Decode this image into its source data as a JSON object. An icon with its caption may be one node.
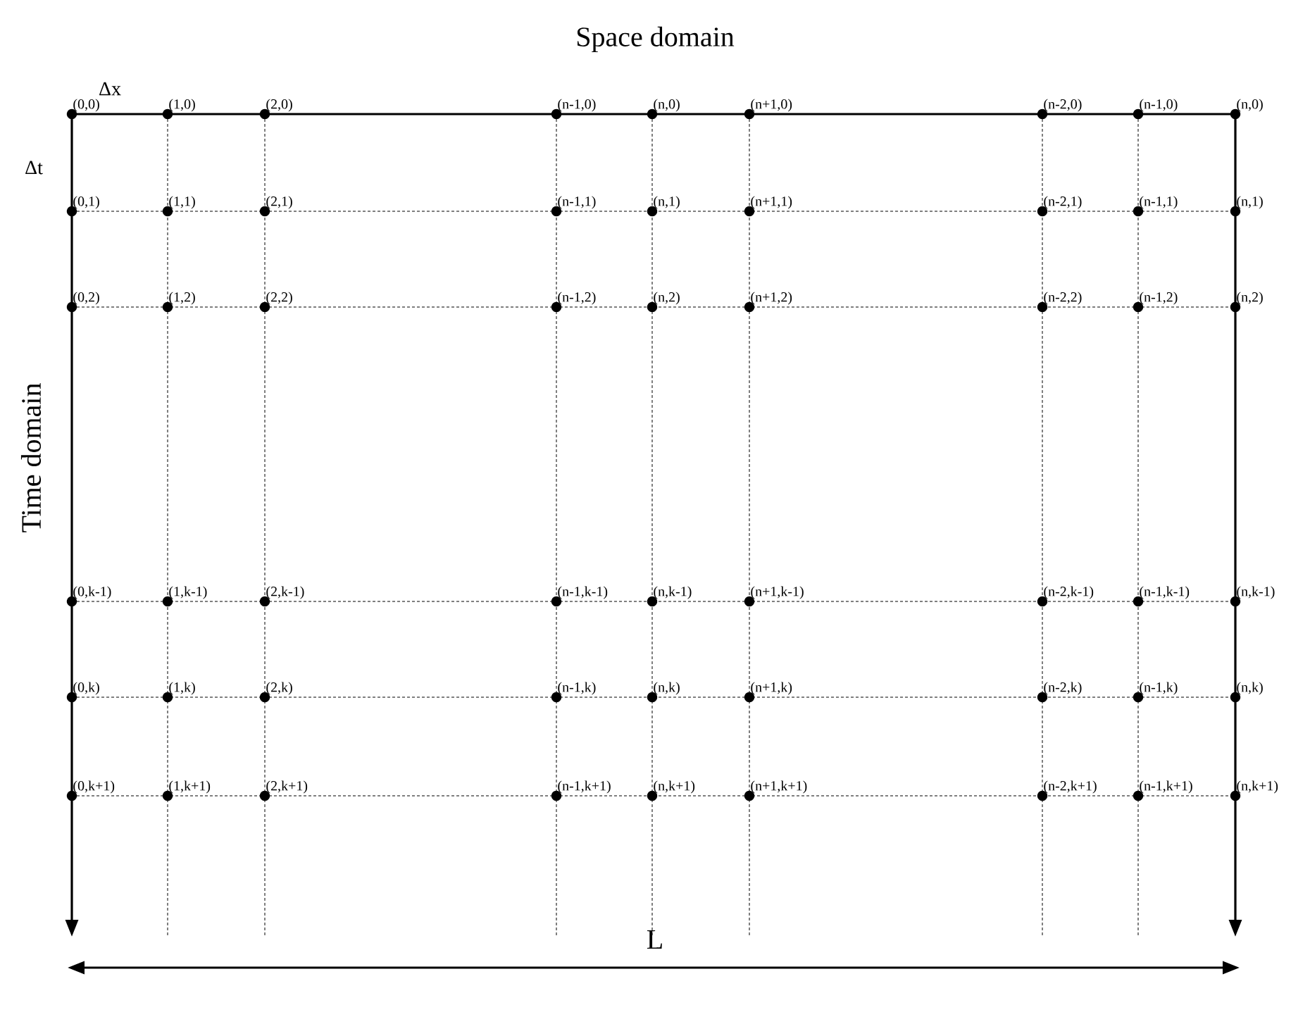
{
  "diagram": {
    "labels": [
      "Space domain",
      "Δx",
      "Δt",
      "Time domain",
      "(0,0)",
      "(1,0)",
      "(2,0)",
      "(n-1,0)",
      "(n,0)",
      "(n+1,0)",
      "(n-2,0)",
      "(n-1,0)",
      "(n,0)",
      "(0,1)",
      "(1,1)",
      "(2,1)",
      "(n-1,1)",
      "(n,1)",
      "(n+1,1)",
      "(n-2,1)",
      "(n-1,1)",
      "(n,1)",
      "(0,2)",
      "(1,2)",
      "(2,2)",
      "(n-1,2)",
      "(n,2)",
      "(n+1,2)",
      "(n-2,2)",
      "(n-1,2)",
      "(n,2)",
      "(0,k-1)",
      "(1,k-1)",
      "(2,k-1)",
      "(n-1,k-1)",
      "(n,k-1)",
      "(n+1,k-1)",
      "(n-2,k-1)",
      "(n-1,k-1)",
      "(n,k-1)",
      "(0,k)",
      "(1,k)",
      "(2,k)",
      "(n-1,k)",
      "(n,k)",
      "(n+1,k)",
      "(n-2,k)",
      "(n-1,k)",
      "(n,k)",
      "(0,k+1)",
      "(1,k+1)",
      "(2,k+1)",
      "(n-1,k+1)",
      "(n,k+1)",
      "(n+1,k+1)",
      "(n-2,k+1)",
      "(n-1,k+1)",
      "(n,k+1)",
      "L"
    ]
  }
}
